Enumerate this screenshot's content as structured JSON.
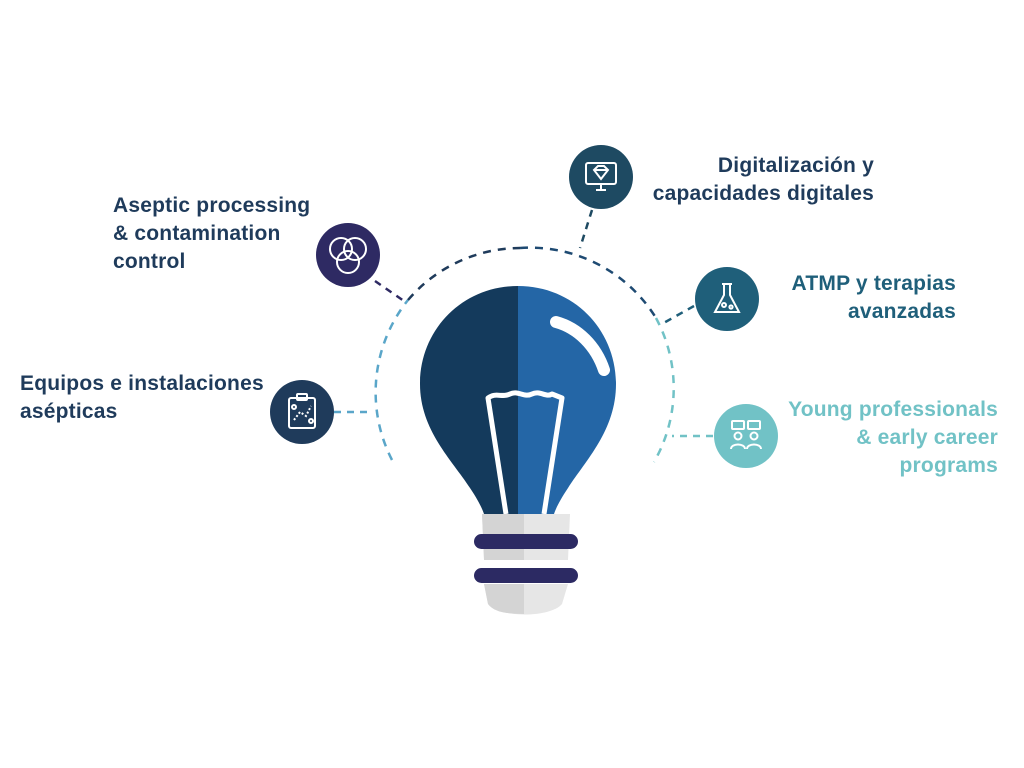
{
  "colors": {
    "navy": "#1f3b5b",
    "indigo": "#2e2a63",
    "dark_blue": "#1e4a72",
    "teal_dark": "#1f5f7a",
    "bulb_left": "#143a5c",
    "bulb_right": "#2466a6",
    "aqua": "#71c2c6",
    "light_blue": "#5aa6c9",
    "base_grey": "#dedede",
    "base_stripe": "#2c2a63"
  },
  "topics": [
    {
      "id": "aseptic-processing",
      "icon": "venn-circles-icon",
      "color": "#2e2a63",
      "text_color": "#1f3b5b",
      "lines": [
        "Aseptic processing",
        "& contamination",
        "control"
      ]
    },
    {
      "id": "equipos",
      "icon": "clipboard-plan-icon",
      "color": "#1f3b5b",
      "text_color": "#1f3b5b",
      "lines": [
        "Equipos e instalaciones",
        "asépticas"
      ]
    },
    {
      "id": "digitalizacion",
      "icon": "monitor-diamond-icon",
      "color": "#1e4a62",
      "text_color": "#1f3b5b",
      "lines": [
        "Digitalización y",
        "capacidades digitales"
      ]
    },
    {
      "id": "atmp",
      "icon": "flask-icon",
      "color": "#1f5f7a",
      "text_color": "#1f5f7a",
      "lines": [
        "ATMP y terapias",
        "avanzadas"
      ]
    },
    {
      "id": "young-professionals",
      "icon": "people-chat-icon",
      "color": "#71c2c6",
      "text_color": "#71c2c6",
      "lines": [
        "Young professionals",
        "& early career",
        "programs"
      ]
    }
  ]
}
